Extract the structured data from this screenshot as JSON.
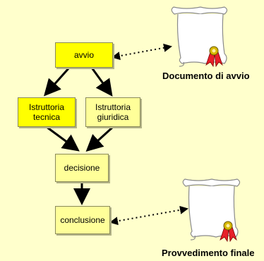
{
  "nodes": {
    "avvio": {
      "label": "avvio"
    },
    "istruttoria_tecnica": {
      "line1": "Istruttoria",
      "line2": "tecnica"
    },
    "istruttoria_giuridica": {
      "line1": "Istruttoria",
      "line2": "giuridica"
    },
    "decisione": {
      "label": "decisione"
    },
    "conclusione": {
      "label": "conclusione"
    }
  },
  "documents": {
    "avvio_doc": {
      "caption": "Documento di avvio",
      "icon": "scroll-with-seal-icon"
    },
    "finale_doc": {
      "caption": "Provvedimento finale",
      "icon": "scroll-with-seal-icon"
    }
  },
  "colors": {
    "background": "#ffffcc",
    "node_highlight": "#ffff00",
    "node_default": "#ffff99",
    "scroll_fill": "#ffffff",
    "seal_red": "#e8202a",
    "seal_gold": "#d8b800"
  }
}
